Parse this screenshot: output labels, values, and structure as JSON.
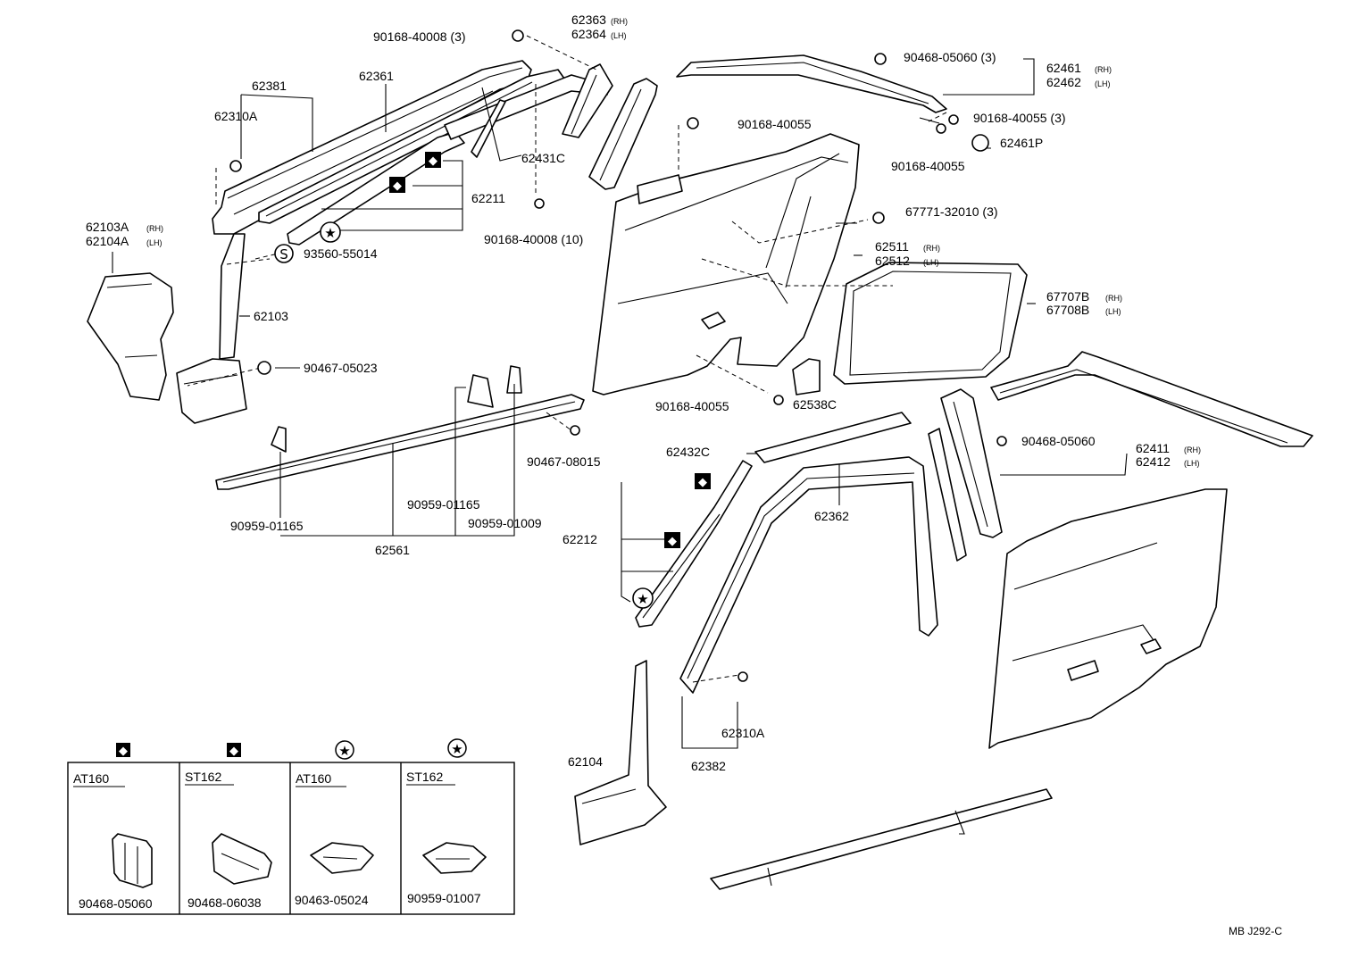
{
  "diagram": {
    "reference_code": "MB J292-C",
    "legend_symbols": {
      "diamond": "◆",
      "star": "★",
      "s_mark": "S"
    },
    "part_labels": {
      "p90168_40008_3": "90168-40008 (3)",
      "p62363": "62363",
      "p62364": "62364",
      "p62381": "62381",
      "p62361": "62361",
      "p62310A_top": "62310A",
      "p62431C": "62431C",
      "p62211": "62211",
      "p90168_40008_10": "90168-40008 (10)",
      "p62103A": "62103A",
      "p62104A": "62104A",
      "p93560_55014": "93560-55014",
      "p62103": "62103",
      "p90467_05023": "90467-05023",
      "p90467_08015": "90467-08015",
      "p90959_01165_a": "90959-01165",
      "p90959_01165_b": "90959-01165",
      "p90959_01009": "90959-01009",
      "p62561": "62561",
      "p90468_05060_3": "90468-05060 (3)",
      "p62461": "62461",
      "p62462": "62462",
      "p90168_40055_a": "90168-40055",
      "p90168_40055_3": "90168-40055 (3)",
      "p62461P": "62461P",
      "p90168_40055_b": "90168-40055",
      "p67771_32010": "67771-32010 (3)",
      "p62511": "62511",
      "p62512": "62512",
      "p67707B": "67707B",
      "p67708B": "67708B",
      "p90168_40055_c": "90168-40055",
      "p62538C": "62538C",
      "p90468_05060_b": "90468-05060",
      "p62411": "62411",
      "p62412": "62412",
      "p62432C": "62432C",
      "p62362": "62362",
      "p62212": "62212",
      "p62310A_bottom": "62310A",
      "p62382": "62382",
      "p62104": "62104"
    },
    "side_tags": {
      "rh": "(RH)",
      "lh": "(LH)"
    },
    "detail_table": {
      "cells": [
        {
          "symbol": "◆",
          "model": "AT160",
          "part": "90468-05060"
        },
        {
          "symbol": "◆",
          "model": "ST162",
          "part": "90468-06038"
        },
        {
          "symbol": "★",
          "model": "AT160",
          "part": "90463-05024"
        },
        {
          "symbol": "★",
          "model": "ST162",
          "part": "90959-01007"
        }
      ]
    }
  }
}
